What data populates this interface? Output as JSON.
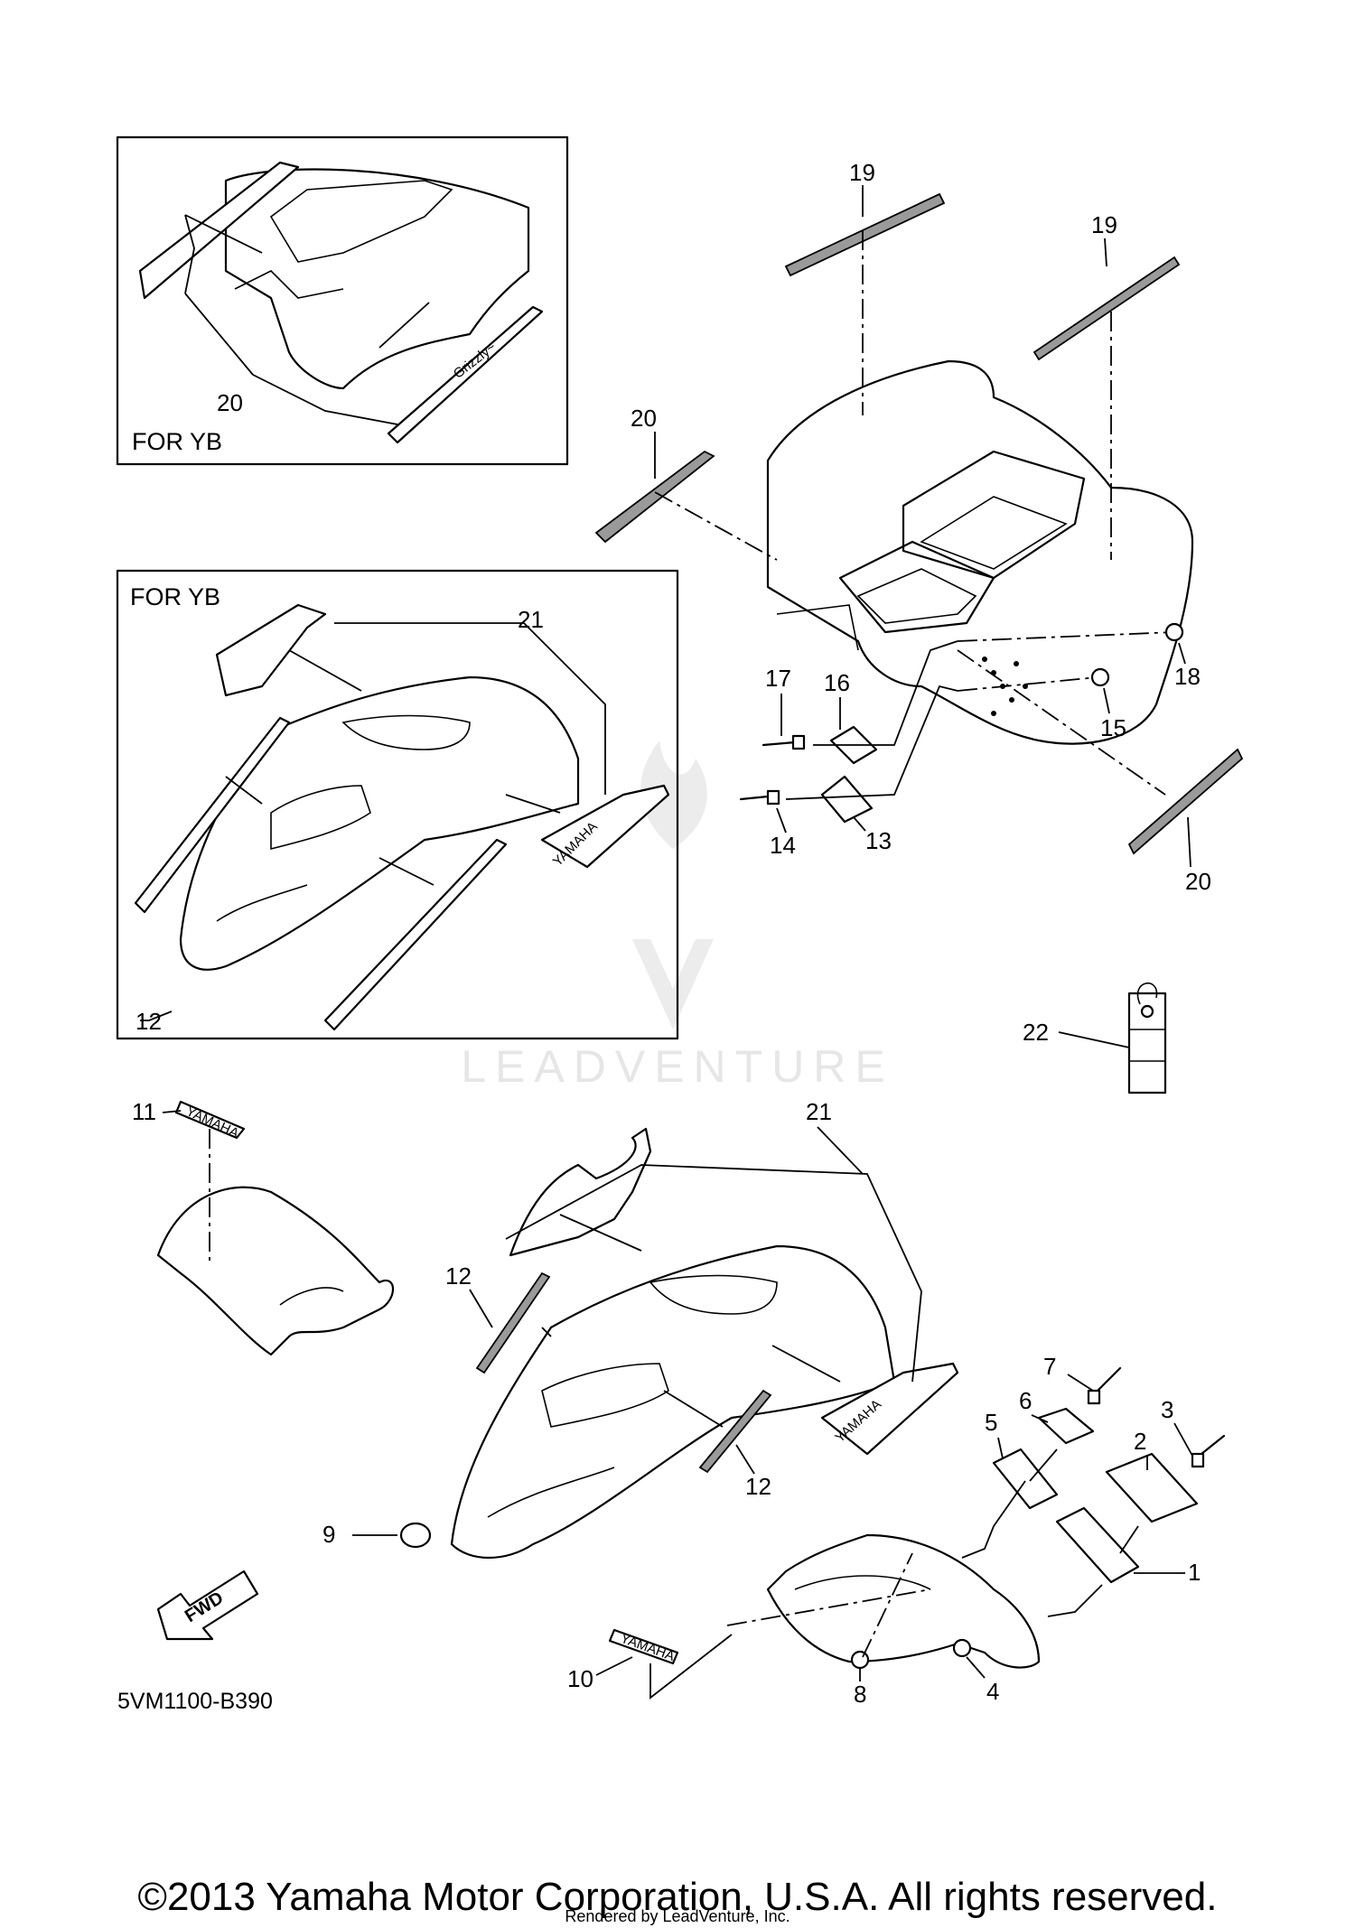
{
  "diagram": {
    "part_code": "5VM1100-B390",
    "inset_label": "FOR YB",
    "fwd_label": "FWD",
    "decal_brand": "YAMAHA",
    "watermark": "LEADVENTURE",
    "callouts": [
      "1",
      "2",
      "3",
      "4",
      "5",
      "6",
      "7",
      "8",
      "9",
      "10",
      "11",
      "12",
      "13",
      "14",
      "15",
      "16",
      "17",
      "18",
      "19",
      "20",
      "21",
      "22"
    ]
  },
  "footer": {
    "copyright": "©2013 Yamaha Motor Corporation, U.S.A. All rights reserved.",
    "rendered_by": "Rendered by LeadVenture, Inc."
  }
}
